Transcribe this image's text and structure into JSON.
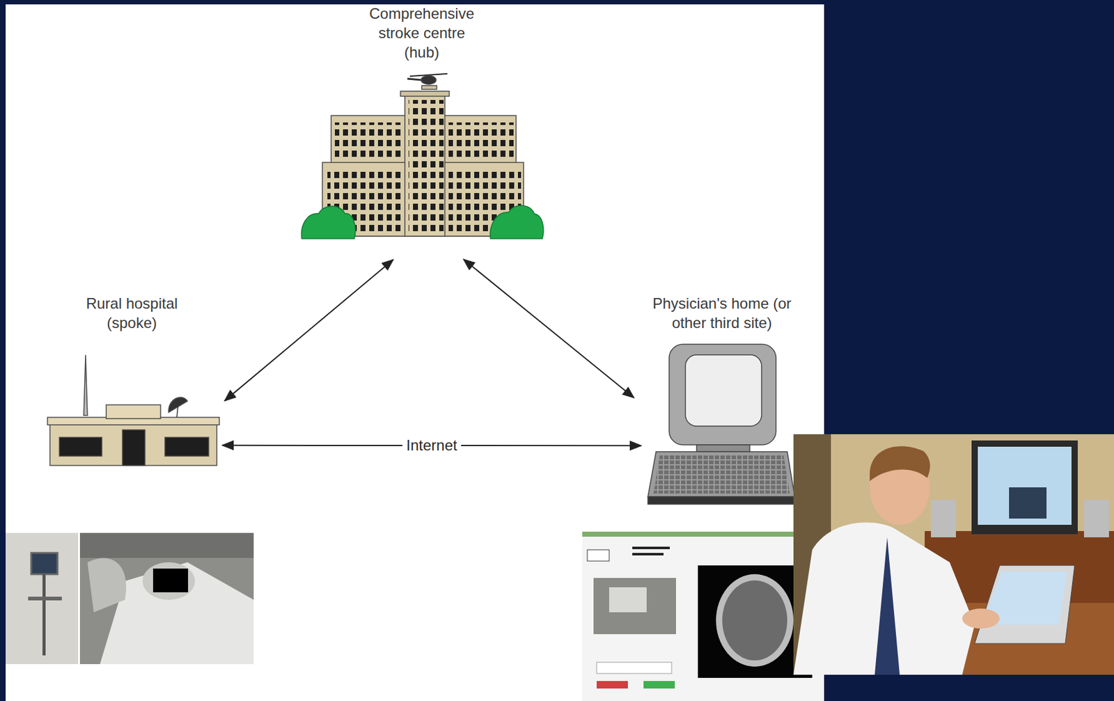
{
  "diagram": {
    "nodes": [
      {
        "text": [
          "Comprehensive stroke centre (hub)"
        ]
      },
      {
        "text": [
          "Rural hospital (spoke)"
        ]
      },
      {
        "text": [
          "Physician's home (or other third site)"
        ]
      }
    ],
    "edges": [
      {
        "from": 1,
        "to": 0,
        "arrow": "both"
      },
      {
        "from": 0,
        "to": 2,
        "arrow": "both"
      },
      {
        "from": 1,
        "to": 2,
        "label": "Internet",
        "arrow": "both"
      }
    ]
  }
}
